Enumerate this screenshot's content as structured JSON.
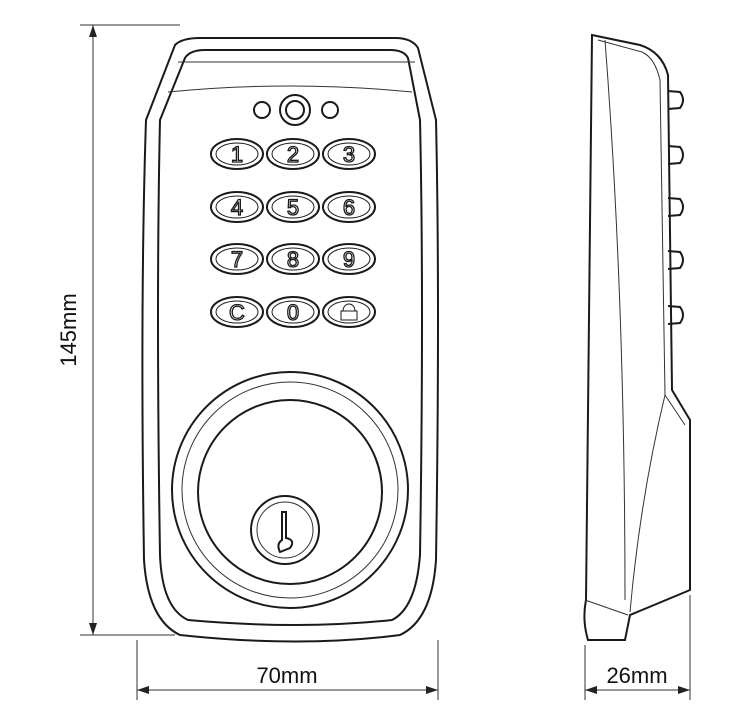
{
  "dimensions": {
    "height": "145mm",
    "width": "70mm",
    "depth": "26mm"
  },
  "keypad": {
    "keys": [
      "1",
      "2",
      "3",
      "4",
      "5",
      "6",
      "7",
      "8",
      "9",
      "C",
      "0",
      "lock"
    ]
  },
  "colors": {
    "line": "#1a1a1a",
    "background": "#ffffff"
  }
}
